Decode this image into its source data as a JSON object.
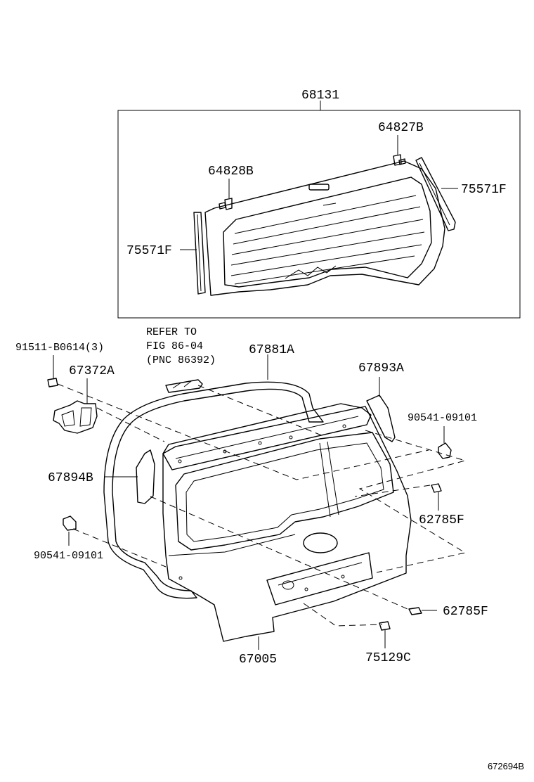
{
  "labels": {
    "p68131": "68131",
    "p64827B": "64827B",
    "p64828B": "64828B",
    "p75571F_right": "75571F",
    "p75571F_left": "75571F",
    "p91511": "91511-B0614(3)",
    "p67372A": "67372A",
    "refer_line1": "REFER TO",
    "refer_line2": "FIG 86-04",
    "refer_line3": "(PNC 86392)",
    "p67881A": "67881A",
    "p67893A": "67893A",
    "p90541_right": "90541-09101",
    "p67894B": "67894B",
    "p62785F_upper": "62785F",
    "p90541_left": "90541-09101",
    "p62785F_lower": "62785F",
    "p67005": "67005",
    "p75129C": "75129C",
    "diagram_code": "672694B"
  }
}
